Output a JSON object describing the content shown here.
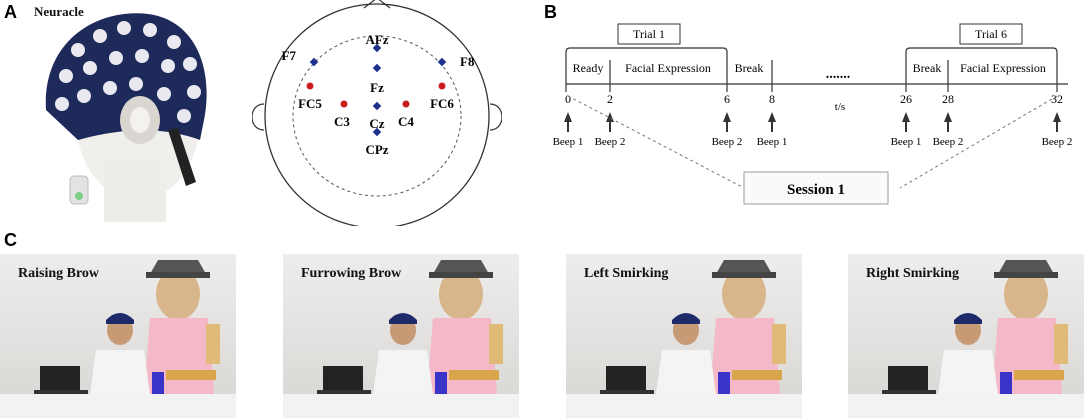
{
  "panels": {
    "a": "A",
    "b": "B",
    "c": "C"
  },
  "cap": {
    "brand": "Neuracle"
  },
  "electrodes": [
    {
      "label": "F7",
      "color": "#1c2f8c"
    },
    {
      "label": "AFz",
      "color": "#1c2f8c"
    },
    {
      "label": "F8",
      "color": "#1c2f8c"
    },
    {
      "label": "Fz",
      "color": "#1c2f8c"
    },
    {
      "label": "FC5",
      "color": "#c81e1e"
    },
    {
      "label": "FC6",
      "color": "#c81e1e"
    },
    {
      "label": "C3",
      "color": "#c81e1e"
    },
    {
      "label": "Cz",
      "color": "#1c2f8c"
    },
    {
      "label": "C4",
      "color": "#c81e1e"
    },
    {
      "label": "CPz",
      "color": "#1c2f8c"
    }
  ],
  "timeline": {
    "trial1": "Trial 1",
    "trial6": "Trial 6",
    "ready": "Ready",
    "facial1": "Facial Expression",
    "break1": "Break",
    "dots": ".......",
    "break2": "Break",
    "facial2": "Facial Expression",
    "ticks": [
      "0",
      "2",
      "6",
      "8",
      "26",
      "28",
      "32"
    ],
    "unit": "t/s",
    "beeps": [
      "Beep 1",
      "Beep 2",
      "Beep 2",
      "Beep 1",
      "Beep 1",
      "Beep 2",
      "Beep 2"
    ],
    "session": "Session 1"
  },
  "photos": [
    {
      "caption": "Raising Brow"
    },
    {
      "caption": "Furrowing Brow"
    },
    {
      "caption": "Left Smirking"
    },
    {
      "caption": "Right Smirking"
    }
  ]
}
